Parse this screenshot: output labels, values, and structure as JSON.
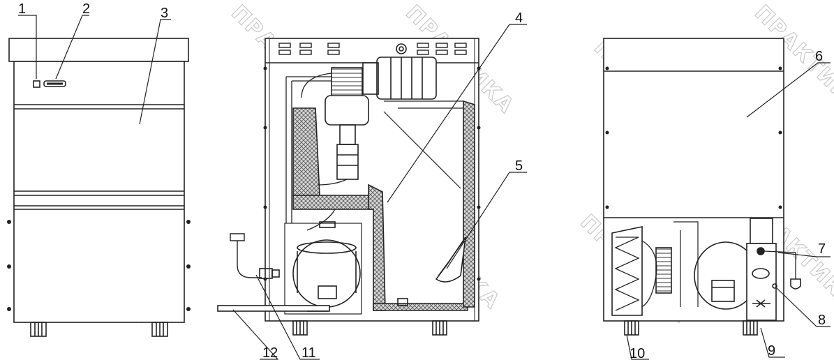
{
  "diagram": {
    "callouts": [
      "1",
      "2",
      "3",
      "4",
      "5",
      "6",
      "7",
      "8",
      "9",
      "10",
      "11",
      "12"
    ],
    "watermark_text": "ПРАКТИКА",
    "colors": {
      "line": "#222222",
      "watermark": "#c9c9c9",
      "insulation": "#9a9a9a"
    }
  }
}
